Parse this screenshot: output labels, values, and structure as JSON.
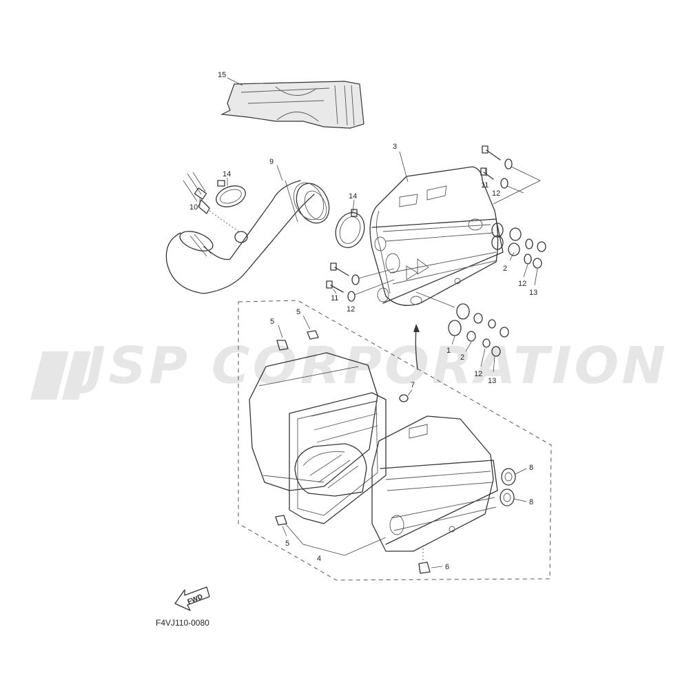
{
  "watermark": {
    "text": "JSP CORPORATION",
    "color": "#e6e6e6"
  },
  "diagram_code": "F4VJ110-0080",
  "fwd_label": "FWD",
  "callouts": {
    "c15": "15",
    "c3": "3",
    "c9": "9",
    "c14a": "14",
    "c14b": "14",
    "c10": "10",
    "c11a": "11",
    "c12a": "12",
    "c2a": "2",
    "c12b": "12",
    "c13a": "13",
    "c11b": "11",
    "c12c": "12",
    "c5a": "5",
    "c5b": "5",
    "c1": "1",
    "c2b": "2",
    "c12d": "12",
    "c13b": "13",
    "c7": "7",
    "c8a": "8",
    "c8b": "8",
    "c5c": "5",
    "c4": "4",
    "c6": "6"
  }
}
